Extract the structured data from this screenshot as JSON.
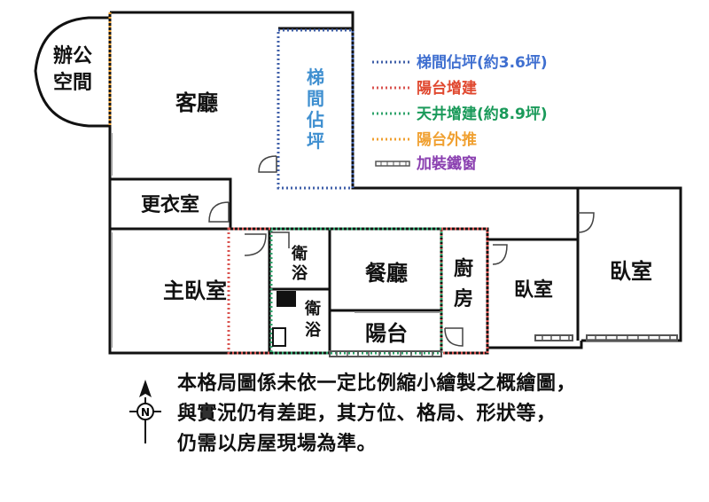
{
  "rooms": {
    "office": [
      "辦公",
      "空間"
    ],
    "living": "客廳",
    "stair": [
      "梯",
      "間",
      "佔",
      "坪"
    ],
    "closet": "更衣室",
    "master": "主臥室",
    "bath1": [
      "衛",
      "浴"
    ],
    "bath2": [
      "衛",
      "浴"
    ],
    "dining": "餐廳",
    "balcony": "陽台",
    "kitchen": [
      "廚",
      "房"
    ],
    "bedroom1": "臥室",
    "bedroom2": "臥室"
  },
  "legend": [
    {
      "label": "梯間佔坪(約3.6坪)",
      "color": "#3f5fa8",
      "style": "dotted"
    },
    {
      "label": "陽台增建",
      "color": "#d9534f",
      "style": "dotted"
    },
    {
      "label": "天井增建(約8.9坪)",
      "color": "#2fa36b",
      "style": "dotted"
    },
    {
      "label": "陽台外推",
      "color": "#f0a030",
      "style": "dotted"
    },
    {
      "label": "加裝鐵窗",
      "color": "#555555",
      "style": "grille"
    }
  ],
  "legend_text_colors": [
    "#3f6fd0",
    "#e0482f",
    "#1a9a5a",
    "#f0a030",
    "#8a3fb0"
  ],
  "compass": {
    "letter": "N"
  },
  "note": [
    "本格局圖係未依一定比例縮小繪製之概繪圖，",
    "與實況仍有差距，其方位、格局、形狀等，",
    "仍需以房屋現場為準。"
  ]
}
